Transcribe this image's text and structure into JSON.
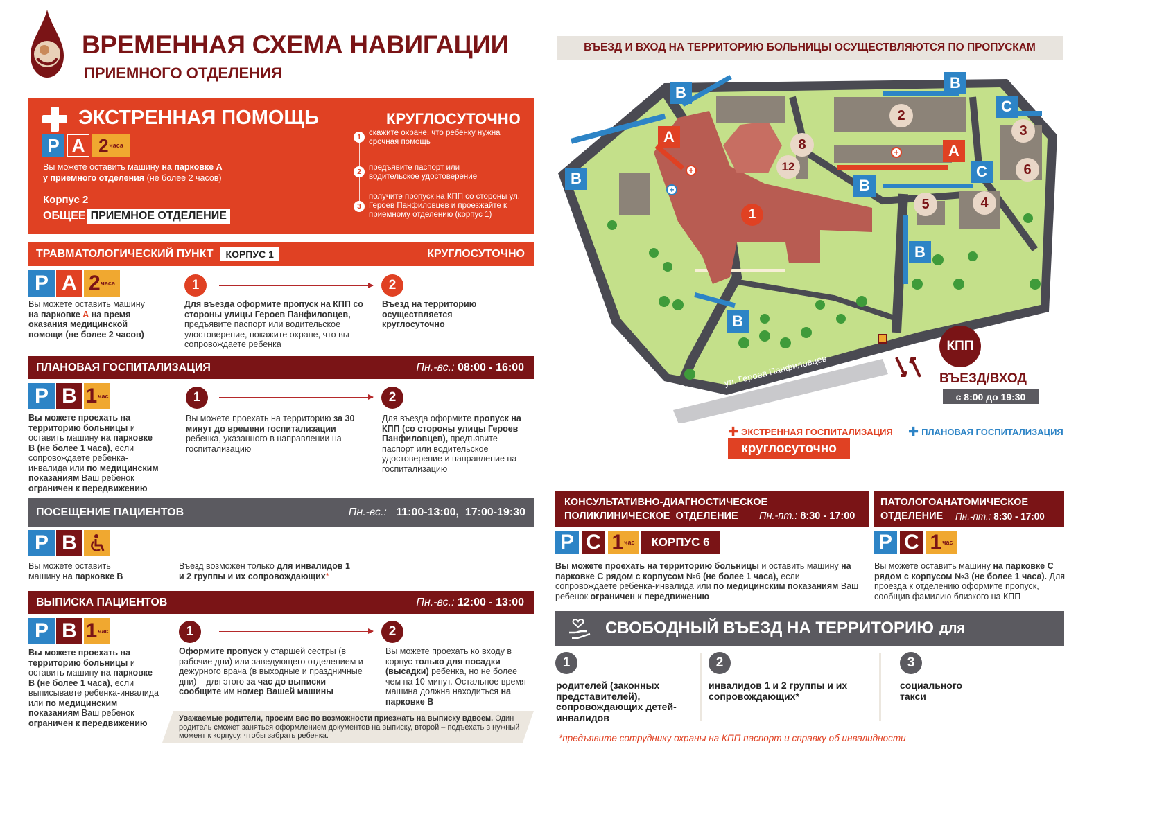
{
  "header": {
    "title": "ВРЕМЕННАЯ СХЕМА НАВИГАЦИИ",
    "subtitle": "ПРИЕМНОГО ОТДЕЛЕНИЯ",
    "pass_notice": "ВЪЕЗД И ВХОД НА ТЕРРИТОРИЮ БОЛЬНИЦЫ ОСУЩЕСТВЛЯЮТСЯ ПО ПРОПУСКАМ"
  },
  "emergency": {
    "title": "ЭКСТРЕННАЯ ПОМОЩЬ",
    "hours": "КРУГЛОСУТОЧНО",
    "badges": {
      "p": "P",
      "a": "A",
      "num": "2",
      "unit": "часа"
    },
    "text_pre": "Вы можете оставить машину ",
    "text_bold": "на парковке А",
    "text_line2_bold": "у приемного отделения",
    "text_line2": " (не более 2 часов)",
    "building": "Корпус 2",
    "dept_pre": "ОБЩЕЕ",
    "dept_box": "ПРИЕМНОЕ ОТДЕЛЕНИЕ",
    "steps": [
      {
        "n": "1",
        "text": "скажите охране, что ребенку нужна срочная помощь"
      },
      {
        "n": "2",
        "text": "предъявите паспорт или водительское удостоверение"
      },
      {
        "n": "3",
        "text": "получите пропуск на КПП со стороны ул. Героев Панфиловцев и проезжайте к приемному отделению (корпус 1)"
      }
    ]
  },
  "trauma": {
    "title": "ТРАВМАТОЛОГИЧЕСКИЙ ПУНКТ",
    "building": "КОРПУС 1",
    "hours": "КРУГЛОСУТОЧНО",
    "badges": {
      "p": "P",
      "a": "A",
      "num": "2",
      "unit": "часа"
    },
    "left_pre": "Вы можете оставить машину",
    "left_bold1": "на парковке ",
    "left_red": "А",
    "left_bold2": " на время оказания медицинской помощи (не более 2 часов)",
    "step1_n": "1",
    "step1_bold": "Для въезда оформите пропуск на КПП со стороны улицы Героев Панфиловцев,",
    "step1_text": " предъявите паспорт или водительское удостоверение, покажите охране, что вы сопровождаете ребенка",
    "step2_n": "2",
    "step2_bold": "Въезд на территорию осуществляется круглосуточно"
  },
  "planned": {
    "title": "ПЛАНОВАЯ ГОСПИТАЛИЗАЦИЯ",
    "days": "Пн.-вс.:",
    "hours": "08:00 - 16:00",
    "badges": {
      "p": "P",
      "b": "B",
      "num": "1",
      "unit": "час"
    },
    "left_bold1": "Вы можете проехать на территорию больницы",
    "left_t1": " и оставить машину ",
    "left_bold2": "на парковке B (не более 1 часа),",
    "left_t2": " если сопровождаете ребенка-инвалида или ",
    "left_bold3": "по медицинским показаниям",
    "left_t3": " Ваш ребенок ",
    "left_bold4": "ограничен к передвижению",
    "step1_n": "1",
    "step1_pre": "Вы можете проехать на территорию ",
    "step1_bold": "за 30 минут до времени госпитализации",
    "step1_post": " ребенка, указанного в направлении на госпитализацию",
    "step2_n": "2",
    "step2_pre": "Для въезда оформите ",
    "step2_bold": "пропуск на КПП (со стороны улицы Героев Панфиловцев),",
    "step2_post": " предъявите паспорт или водительское удостоверение и направление на госпитализацию"
  },
  "visits": {
    "title": "ПОСЕЩЕНИЕ ПАЦИЕНТОВ",
    "days": "Пн.-вс.:",
    "hours": "11:00-13:00,  17:00-19:30",
    "badges": {
      "p": "P",
      "b": "B"
    },
    "left_t": "Вы можете оставить машину ",
    "left_bold": "на парковке B",
    "mid_pre": "Въезд возможен только ",
    "mid_bold": "для инвалидов 1 и 2 группы и их сопровождающих",
    "mid_star": "*"
  },
  "discharge": {
    "title": "ВЫПИСКА ПАЦИЕНТОВ",
    "days": "Пн.-вс.:",
    "hours": "12:00 - 13:00",
    "badges": {
      "p": "P",
      "b": "B",
      "num": "1",
      "unit": "час"
    },
    "left_bold1": "Вы можете проехать на территорию больницы",
    "left_t1": " и оставить машину ",
    "left_bold2": "на парковке B (не более 1 часа),",
    "left_t2": " если выписываете ребенка-инвалида или ",
    "left_bold3": "по медицинским показаниям",
    "left_t3": " Ваш ребенок ",
    "left_bold4": "ограничен к передвижению",
    "step1_n": "1",
    "step1_bold1": "Оформите пропуск",
    "step1_t1": " у старшей сестры (в рабочие дни) или заведующего отделением и дежурного врача (в выходные и праздничные дни) – для этого ",
    "step1_bold2": "за час до выписки сообщите",
    "step1_t2": " им ",
    "step1_bold3": "номер Вашей машины",
    "step2_n": "2",
    "step2_t1": "Вы можете проехать ко входу в корпус ",
    "step2_bold1": "только для посадки (высадки)",
    "step2_t2": " ребенка, но не более чем на 10 минут. Остальное время машина должна находиться ",
    "step2_bold2": "на парковке B",
    "note_bold": "Уважаемые родители, просим вас по возможности приезжать на выписку вдвоем.",
    "note_text": " Один родитель сможет заняться оформлением документов на выписку, второй – подъехать в нужный момент к корпусу, чтобы забрать ребенка."
  },
  "map": {
    "street": "ул. Героев Панфиловцев",
    "kpp": "КПП",
    "entry": "ВЪЕЗД/ВХОД",
    "entry_hours": "с 8:00 до 19:30",
    "legend_emergency": "ЭКСТРЕННАЯ ГОСПИТАЛИЗАЦИЯ",
    "legend_planned": "ПЛАНОВАЯ ГОСПИТАЛИЗАЦИЯ",
    "legend_hours": "круглосуточно",
    "buildings": [
      "1",
      "2",
      "3",
      "4",
      "5",
      "6",
      "8",
      "12"
    ],
    "parking": [
      "A",
      "B",
      "C"
    ]
  },
  "consult": {
    "title1": "КОНСУЛЬТАТИВНО-ДИАГНОСТИЧЕСКОЕ",
    "title2": "ПОЛИКЛИНИЧЕСКОЕ  ОТДЕЛЕНИЕ",
    "days": "Пн.-пт.:",
    "hours": "8:30 - 17:00",
    "badges": {
      "p": "P",
      "c": "C",
      "num": "1",
      "unit": "час"
    },
    "building": "КОРПУС 6",
    "t_bold1": "Вы можете проехать на территорию больницы",
    "t1": " и оставить машину ",
    "t_bold2": "на парковке C рядом с корпусом №6 (не более 1 часа),",
    "t2": " если сопровождаете ребенка-инвалида или ",
    "t_bold3": "по медицинским показаниям",
    "t3": " Ваш ребенок ",
    "t_bold4": "ограничен к передвижению"
  },
  "patho": {
    "title1": "ПАТОЛОГОАНАТОМИЧЕСКОЕ",
    "title2": "ОТДЕЛЕНИЕ",
    "days": "Пн.-пт.:",
    "hours": "8:30 - 17:00",
    "badges": {
      "p": "P",
      "c": "C",
      "num": "1",
      "unit": "час"
    },
    "t1": "Вы можете оставить машину ",
    "t_bold1": "на парковке C рядом с корпусом №3 (не более 1 часа).",
    "t2": " Для проезда к отделению оформите пропуск, сообщив фамилию близкого на КПП"
  },
  "free_entry": {
    "title": "СВОБОДНЫЙ ВЪЕЗД НА ТЕРРИТОРИЮ",
    "title_suffix": "для",
    "items": [
      {
        "n": "1",
        "text": "родителей (законных представителей), сопровождающих детей-инвалидов"
      },
      {
        "n": "2",
        "text": "инвалидов 1 и 2 группы и их сопровождающих*"
      },
      {
        "n": "3",
        "text": "социального такси"
      }
    ],
    "footnote": "*предъявите сотруднику охраны на КПП паспорт и справку об инвалидности"
  },
  "colors": {
    "maroon": "#7a1416",
    "orange_red": "#e04123",
    "parking_blue": "#2d84c6",
    "yellow": "#f0a830",
    "grey": "#5b5a60",
    "light_green": "#c4e08a"
  }
}
